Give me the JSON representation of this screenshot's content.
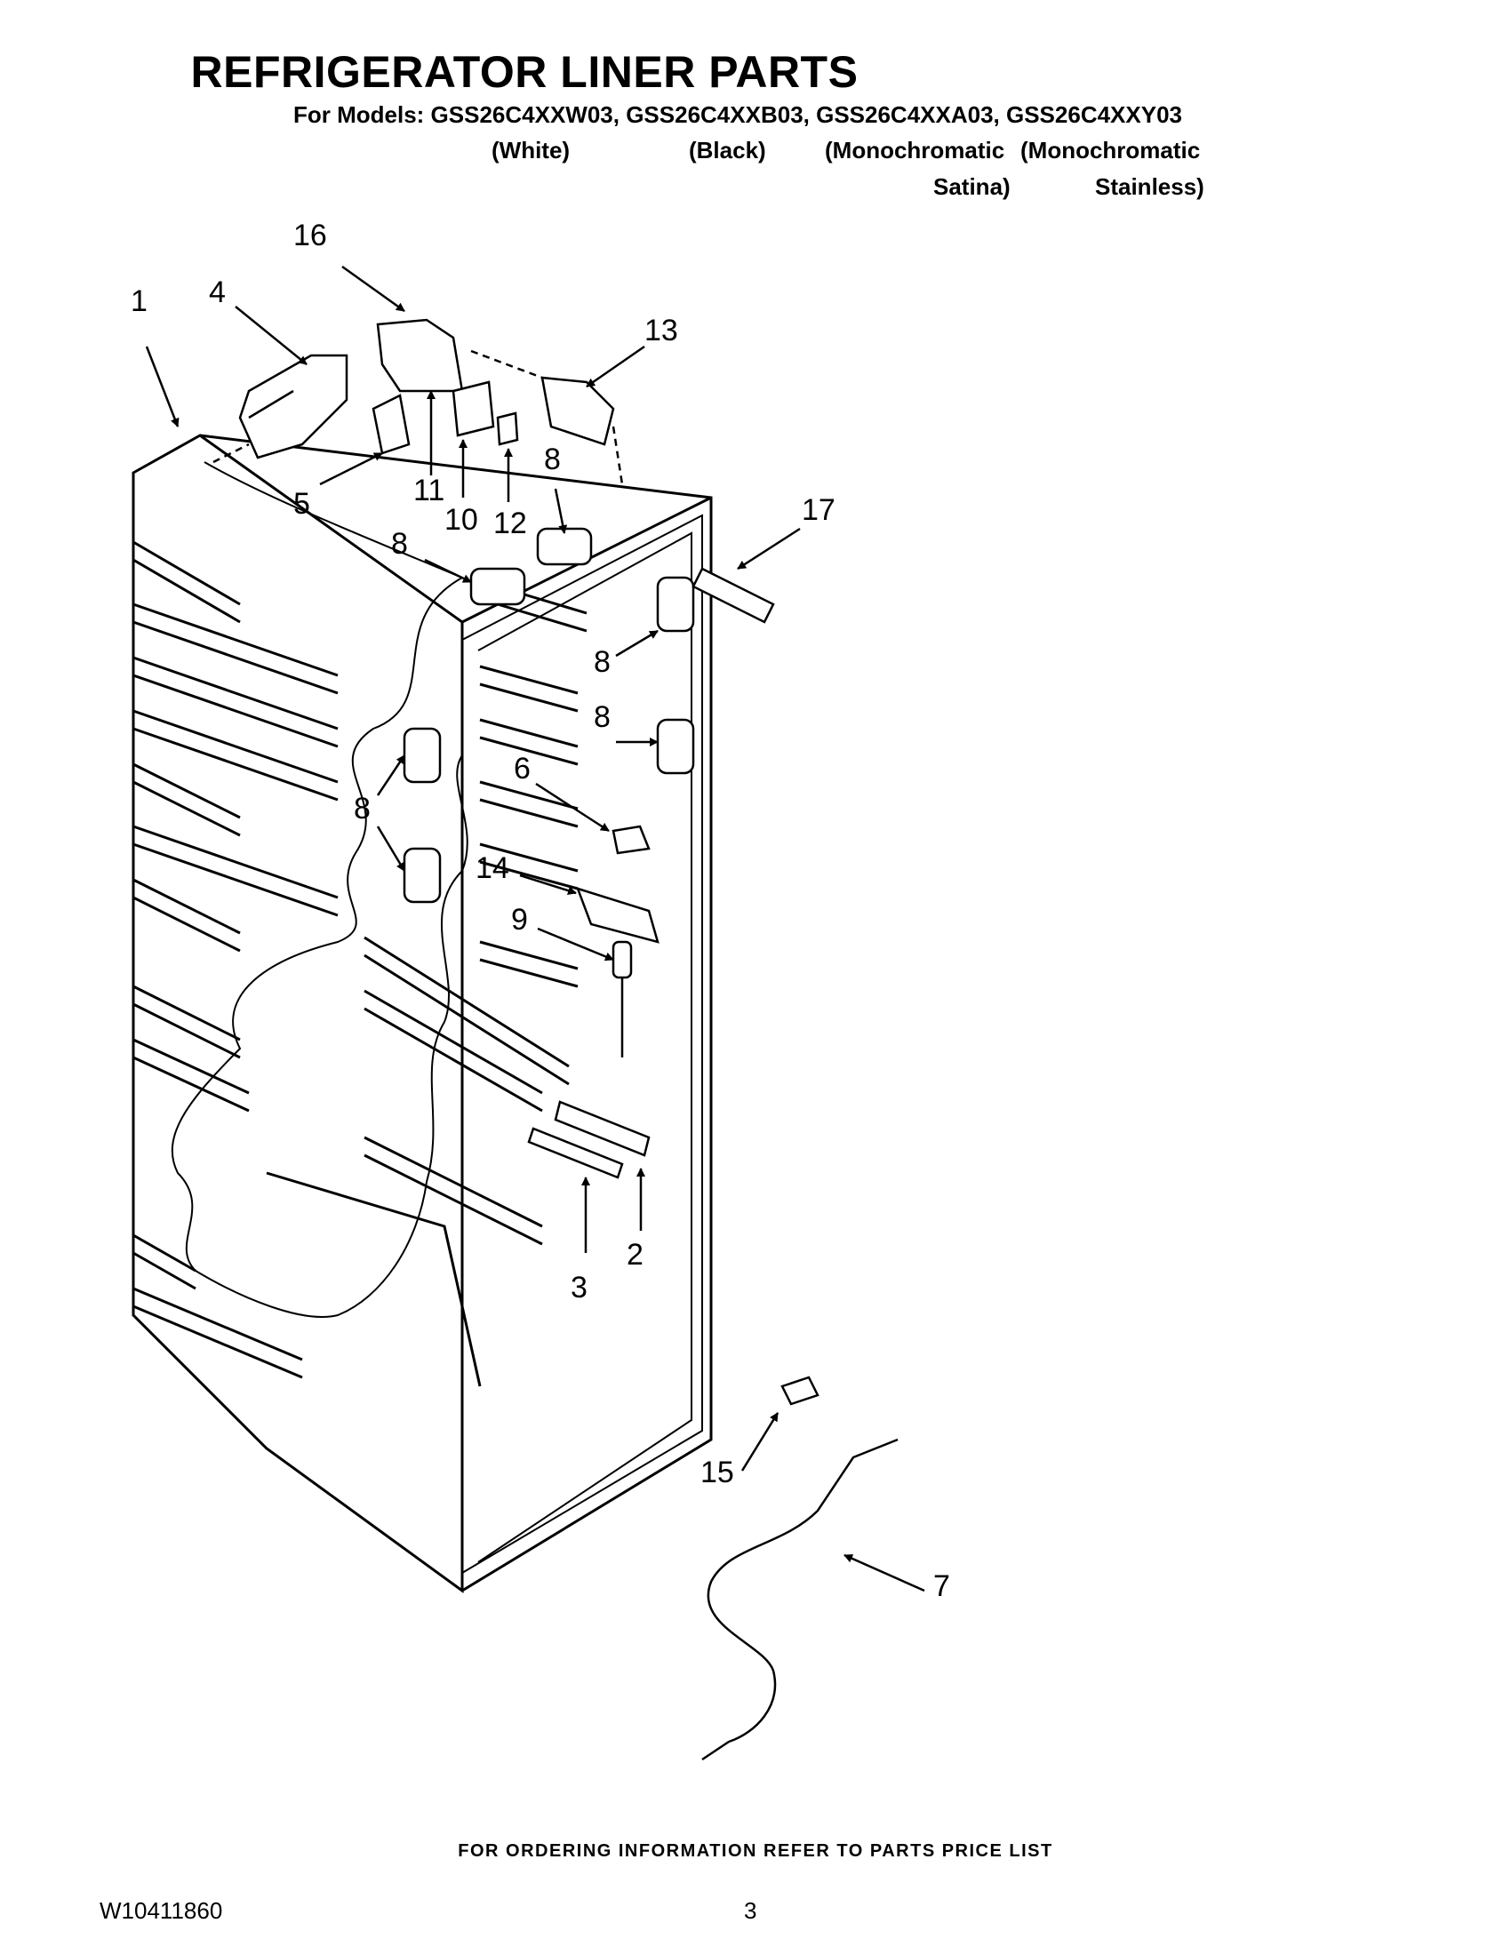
{
  "header": {
    "title": "REFRIGERATOR LINER PARTS",
    "models_line": "For Models: GSS26C4XXW03, GSS26C4XXB03, GSS26C4XXA03, GSS26C4XXY03",
    "variants": [
      "(White)",
      "(Black)",
      "(Monochromatic",
      "(Monochromatic",
      "Satina)",
      "Stainless)"
    ]
  },
  "callouts": [
    "16",
    "4",
    "1",
    "13",
    "5",
    "11",
    "10",
    "12",
    "8",
    "17",
    "8",
    "8",
    "8",
    "6",
    "8",
    "14",
    "9",
    "2",
    "3",
    "15",
    "7"
  ],
  "footer": {
    "note": "FOR ORDERING INFORMATION REFER TO PARTS PRICE LIST",
    "doc_number": "W10411860",
    "page_number": "3"
  }
}
